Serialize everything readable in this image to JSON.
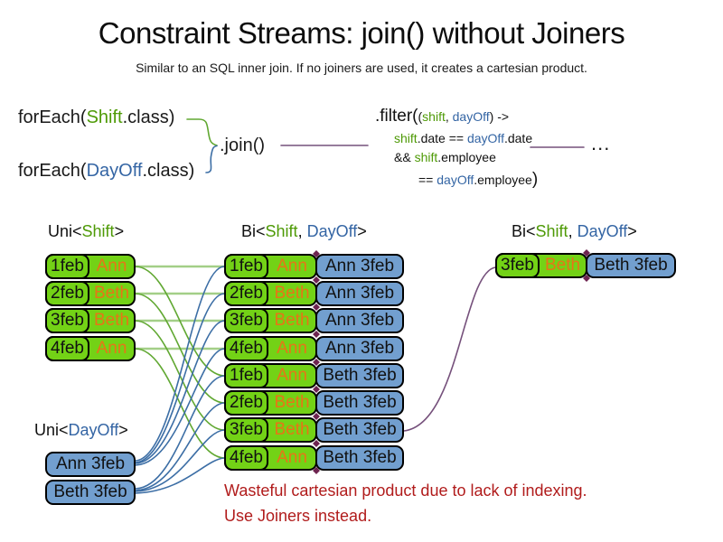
{
  "title": "Constraint Streams: join() without Joiners",
  "subtitle": "Similar to an SQL inner join. If no joiners are used, it creates a cartesian product.",
  "code": {
    "foreach_shift": {
      "pre": "forEach(",
      "cls": "Shift",
      "post": ".class)"
    },
    "foreach_dayoff": {
      "pre": "forEach(",
      "cls": "DayOff",
      "post": ".class)"
    },
    "join_label": ".join()",
    "filter": {
      "l1_head": ".filter(",
      "l1_open": "(",
      "l1_shift": "shift",
      "l1_comma": ", ",
      "l1_dayoff": "dayOff",
      "l1_tail": ") ->",
      "l2_shift": "shift",
      "l2_mid": ".date == ",
      "l2_dayoff": "dayOff",
      "l2_tail": ".date",
      "l3_head": "&& ",
      "l3_shift": "shift",
      "l3_tail": ".employee",
      "l4_head": "== ",
      "l4_dayoff": "dayOff",
      "l4_mid": ".employee",
      "l4_close": ")"
    },
    "ellipsis": "..."
  },
  "labels": {
    "uni_shift": {
      "pre": "Uni<",
      "shift": "Shift",
      "post": ">"
    },
    "bi_mid": {
      "pre": "Bi<",
      "shift": "Shift",
      "sep": ", ",
      "dayoff": "DayOff",
      "post": ">"
    },
    "bi_right": {
      "pre": "Bi<",
      "shift": "Shift",
      "sep": ", ",
      "dayoff": "DayOff",
      "post": ">"
    },
    "uni_dayoff": {
      "pre": "Uni<",
      "dayoff": "DayOff",
      "post": ">"
    }
  },
  "uni_shift_rows": [
    {
      "date": "1feb",
      "employee": "Ann"
    },
    {
      "date": "2feb",
      "employee": "Beth"
    },
    {
      "date": "3feb",
      "employee": "Beth"
    },
    {
      "date": "4feb",
      "employee": "Ann"
    }
  ],
  "uni_dayoff_rows": [
    {
      "label": "Ann 3feb"
    },
    {
      "label": "Beth 3feb"
    }
  ],
  "bi_rows": [
    {
      "date": "1feb",
      "employee": "Ann",
      "dayoff": "Ann 3feb"
    },
    {
      "date": "2feb",
      "employee": "Beth",
      "dayoff": "Ann 3feb"
    },
    {
      "date": "3feb",
      "employee": "Beth",
      "dayoff": "Ann 3feb"
    },
    {
      "date": "4feb",
      "employee": "Ann",
      "dayoff": "Ann 3feb"
    },
    {
      "date": "1feb",
      "employee": "Ann",
      "dayoff": "Beth 3feb"
    },
    {
      "date": "2feb",
      "employee": "Beth",
      "dayoff": "Beth 3feb"
    },
    {
      "date": "3feb",
      "employee": "Beth",
      "dayoff": "Beth 3feb"
    },
    {
      "date": "4feb",
      "employee": "Ann",
      "dayoff": "Beth 3feb"
    }
  ],
  "bi_right_row": {
    "date": "3feb",
    "employee": "Beth",
    "dayoff": "Beth 3feb"
  },
  "warning": {
    "line1": "Wasteful cartesian product due to lack of indexing.",
    "line2": "Use Joiners instead."
  },
  "colors": {
    "shift_fill": "#73d216",
    "dayoff_fill": "#729fcf",
    "shift_text": "#4e9a06",
    "dayoff_text": "#3465a4",
    "employee_text": "#e87417",
    "connector_green": "#61a832",
    "connector_green_light": "#a3cf87",
    "connector_blue": "#3c6ea5",
    "connector_purple": "#75507b",
    "warning_red": "#b11c1c"
  }
}
